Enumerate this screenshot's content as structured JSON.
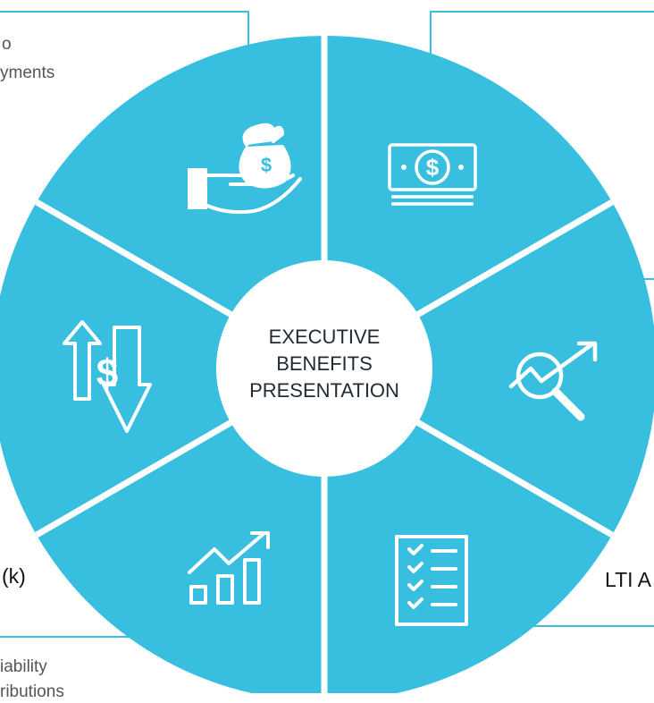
{
  "center": {
    "lines": [
      "EXECUTIVE",
      "BENEFITS",
      "PRESENTATION"
    ]
  },
  "callouts": {
    "top_left_line1": "o",
    "top_left_line2": "yments",
    "left_label": "(k)",
    "bottom_left_line1": "iability",
    "bottom_left_line2": "ributions",
    "right_label": "LTI A"
  },
  "segments": [
    {
      "icon": "money-bag-hand-icon"
    },
    {
      "icon": "dollar-bill-icon"
    },
    {
      "icon": "magnifier-growth-icon"
    },
    {
      "icon": "checklist-icon"
    },
    {
      "icon": "growth-bar-chart-icon"
    },
    {
      "icon": "dollar-up-down-icon"
    }
  ],
  "colors": {
    "wheel": "#38bfdf",
    "divider": "#ffffff",
    "hub": "#ffffff",
    "frame_line": "#38bfdf",
    "icon": "#ffffff"
  }
}
